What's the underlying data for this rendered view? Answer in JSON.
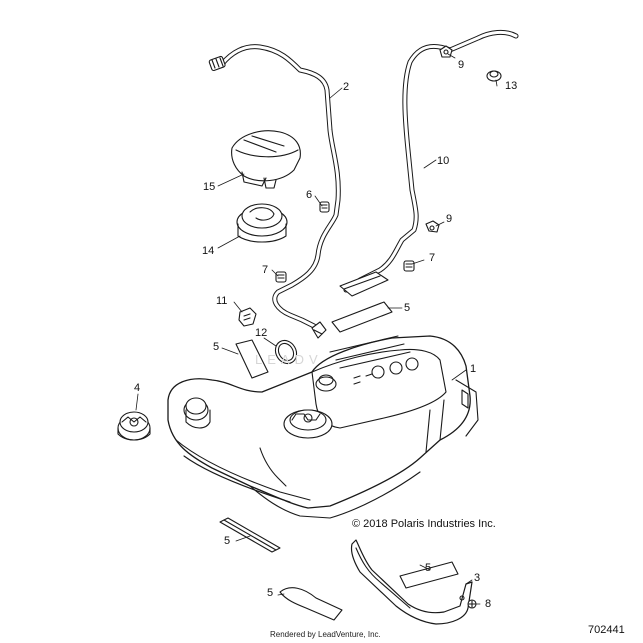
{
  "diagram": {
    "copyright": "© 2018 Polaris Industries Inc.",
    "drawing_number": "702441",
    "rendered_by": "Rendered by LeadVenture, Inc.",
    "watermark": "LEADV",
    "callouts": {
      "c1": "1",
      "c2": "2",
      "c3": "3",
      "c4": "4",
      "c5a": "5",
      "c5b": "5",
      "c5c": "5",
      "c5d": "5",
      "c5e": "5",
      "c6": "6",
      "c7a": "7",
      "c7b": "7",
      "c8": "8",
      "c9a": "9",
      "c9b": "9",
      "c10": "10",
      "c11": "11",
      "c12": "12",
      "c13": "13",
      "c14": "14",
      "c15": "15"
    }
  }
}
